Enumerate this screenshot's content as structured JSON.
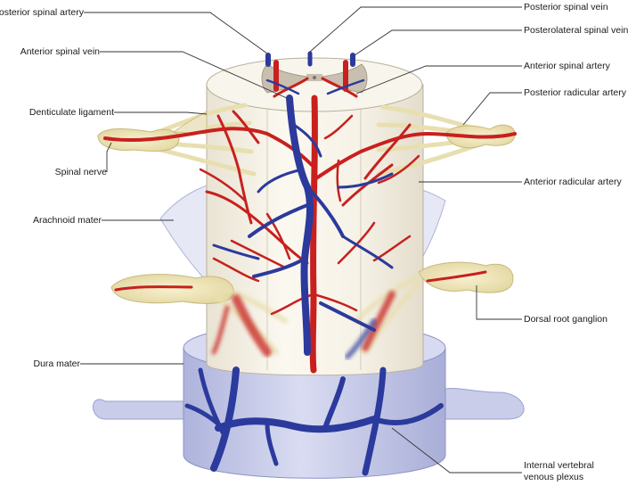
{
  "labels_left": {
    "posterior_spinal_artery": "Posterior spinal artery",
    "anterior_spinal_vein": "Anterior spinal vein",
    "denticulate_ligament": "Denticulate ligament",
    "spinal_nerve": "Spinal nerve",
    "arachnoid_mater": "Arachnoid mater",
    "dura_mater": "Dura mater"
  },
  "labels_right": {
    "posterior_spinal_vein": "Posterior spinal vein",
    "posterolateral_spinal_vein": "Posterolateral spinal vein",
    "anterior_spinal_artery": "Anterior spinal artery",
    "posterior_radicular_artery": "Posterior radicular artery",
    "anterior_radicular_artery": "Anterior radicular artery",
    "dorsal_root_ganglion": "Dorsal root ganglion",
    "internal_vertebral_venous_plexus_line1": "Internal vertebral",
    "internal_vertebral_venous_plexus_line2": "venous plexus"
  },
  "colors": {
    "artery": "#c8201e",
    "vein": "#2b3a9c",
    "cord": "#f4f0e6",
    "grey_matter": "#c9bfae",
    "nerve": "#ece3b8",
    "dura": "#c7cbe8",
    "arachnoid": "#dfe2f2"
  }
}
